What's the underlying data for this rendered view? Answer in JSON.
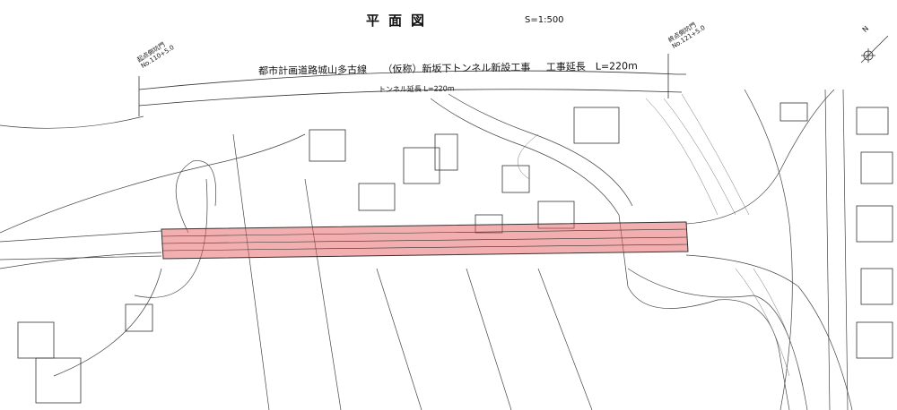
{
  "drawing": {
    "title": "平面図",
    "scale": "S=1:500",
    "project_route": "都市計画道路城山多古線",
    "project_name": "（仮称）新坂下トンネル新設工事",
    "project_length": "工事延長　L=220m",
    "tunnel_length": "トンネル延長 L=220m",
    "start_portal": {
      "label": "起点側坑門",
      "station": "No.110+5.0"
    },
    "end_portal": {
      "label": "終点側坑門",
      "station": "No.121+5.0"
    },
    "north_label": "N"
  },
  "colors": {
    "tunnel_highlight": "#e8606080",
    "line": "#222222"
  }
}
